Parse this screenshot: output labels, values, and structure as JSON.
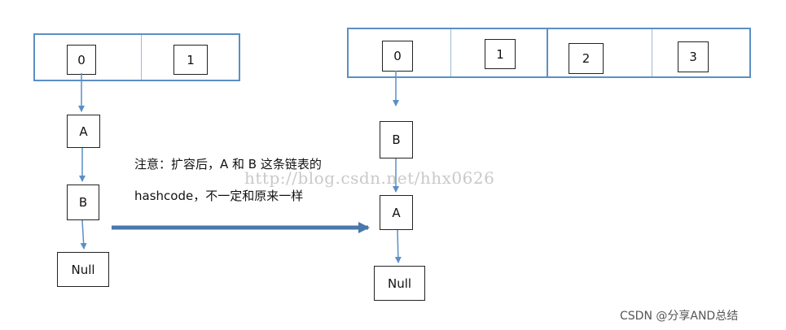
{
  "left": {
    "slots": [
      "0",
      "1"
    ],
    "chain": [
      "A",
      "B",
      "Null"
    ]
  },
  "right": {
    "slots": [
      "0",
      "1",
      "2",
      "3"
    ],
    "chain": [
      "B",
      "A",
      "Null"
    ]
  },
  "note": {
    "line1": "注意：扩容后，A 和 B 这条链表的",
    "line2": "hashcode，不一定和原来一样"
  },
  "watermark": "http://blog.csdn.net/hhx0626",
  "credit": "CSDN @分享AND总结",
  "colors": {
    "arrow": "#5b8fc4",
    "table_border": "#5b8fc4",
    "box_border": "#222222"
  }
}
